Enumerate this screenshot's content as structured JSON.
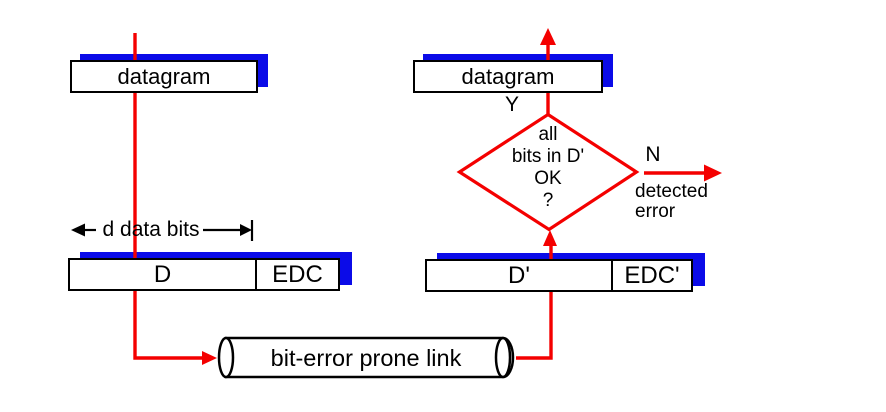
{
  "colors": {
    "accent_red": "#f40000",
    "shadow_blue": "#0b0be8",
    "line_black": "#000000",
    "box_fill": "#ffffff"
  },
  "sender": {
    "datagram_label": "datagram",
    "data_bits_label": "d data bits",
    "frame": {
      "data_label": "D",
      "edc_label": "EDC"
    }
  },
  "receiver": {
    "datagram_label": "datagram",
    "frame": {
      "data_label": "D'",
      "edc_label": "EDC'"
    },
    "decision": {
      "question": "all\nbits in D'\nOK\n?",
      "yes_label": "Y",
      "no_label": "N",
      "no_outcome": "detected\nerror"
    }
  },
  "link": {
    "label": "bit-error prone link"
  }
}
